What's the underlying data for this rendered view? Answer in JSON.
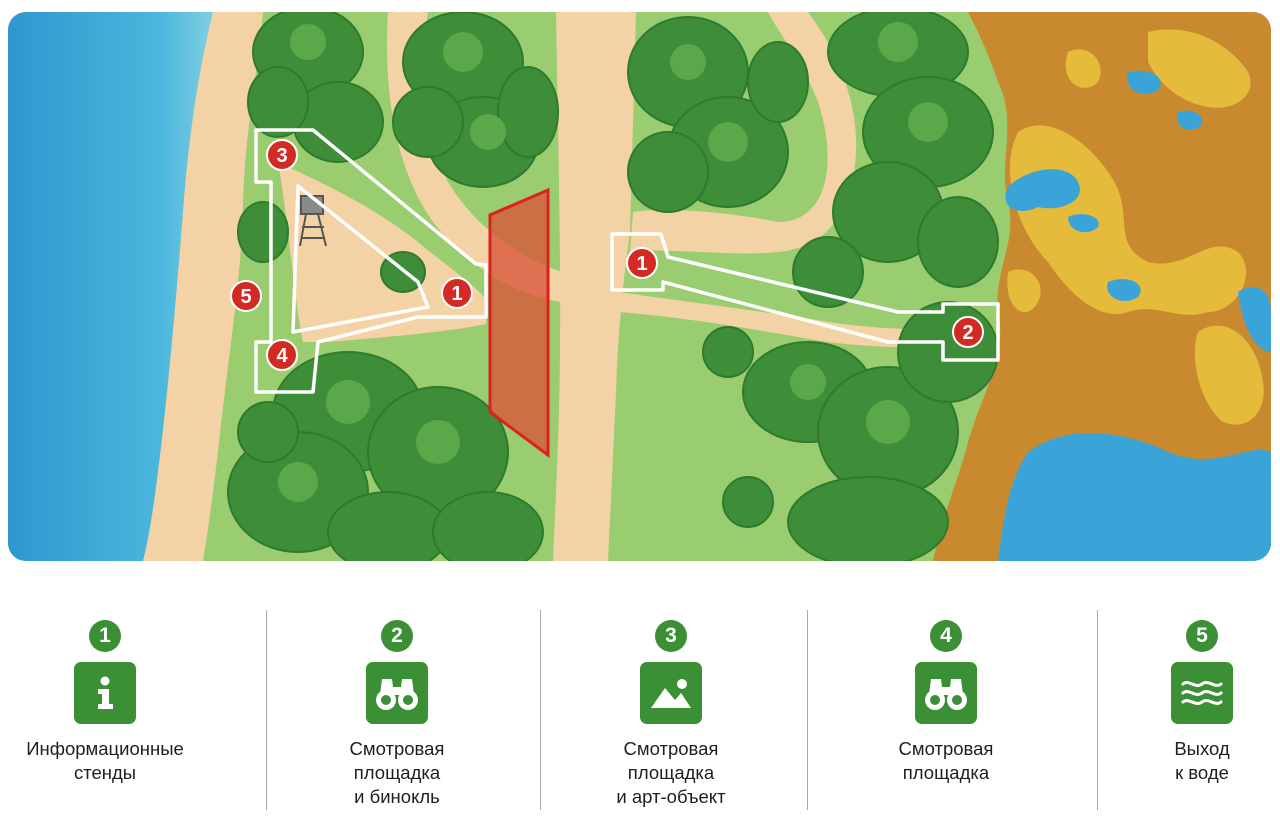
{
  "map": {
    "markers": [
      {
        "number": "1"
      },
      {
        "number": "2"
      },
      {
        "number": "3"
      },
      {
        "number": "4"
      },
      {
        "number": "5"
      },
      {
        "number": "1"
      }
    ]
  },
  "legend": {
    "items": [
      {
        "number": "1",
        "icon": "info-icon",
        "label": "Информационные\nстенды"
      },
      {
        "number": "2",
        "icon": "binoculars-icon",
        "label": "Смотровая\nплощадка\nи бинокль"
      },
      {
        "number": "3",
        "icon": "picture-icon",
        "label": "Смотровая\nплощадка\nи арт-объект"
      },
      {
        "number": "4",
        "icon": "binoculars-icon",
        "label": "Смотровая\nплощадка"
      },
      {
        "number": "5",
        "icon": "waves-icon",
        "label": "Выход\nк воде"
      }
    ]
  },
  "colors": {
    "sea": "#3aa8d6",
    "sand": "#f2d2a5",
    "grass": "#9acd6f",
    "forest": "#3f8f3a",
    "marsh": "#c9892e",
    "marsh_yellow": "#e3b93a",
    "marker_red": "#d42a24",
    "legend_green": "#3b8f35"
  }
}
